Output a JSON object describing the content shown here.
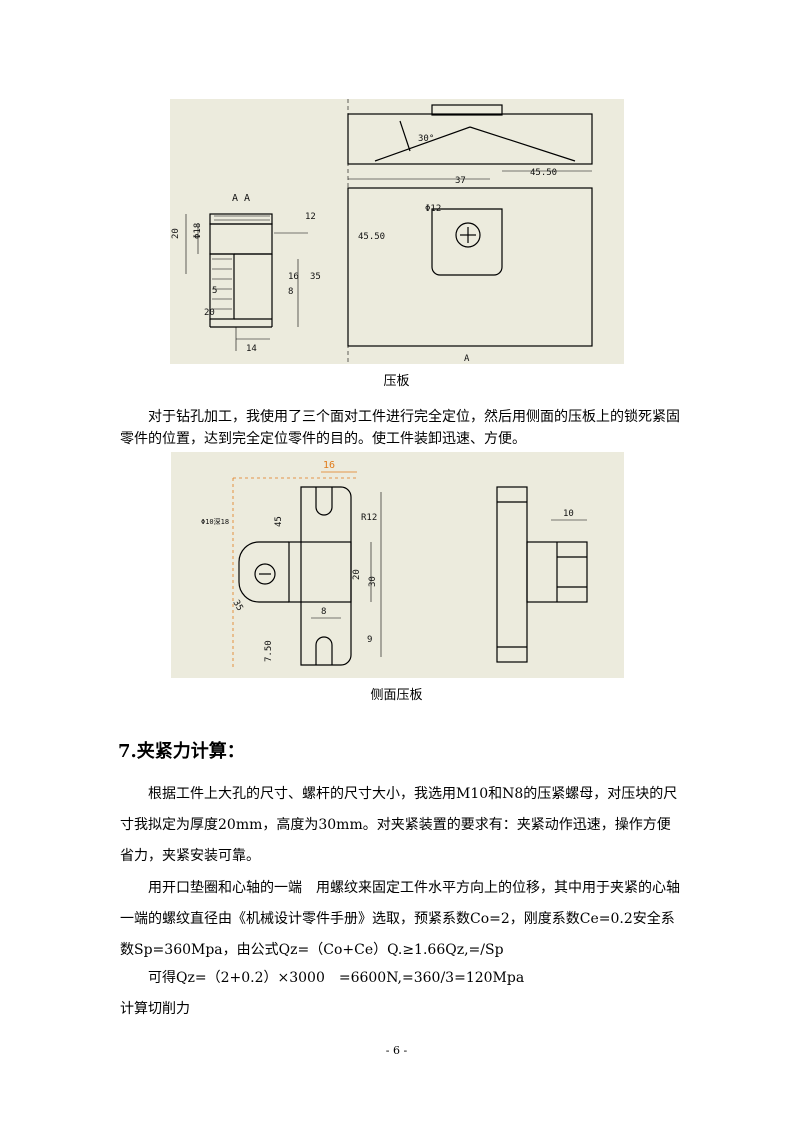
{
  "figure1": {
    "caption": "压板",
    "labels": {
      "section": "A A",
      "d18": "Φ18",
      "h20": "20",
      "angle": "30°",
      "hole": "Φ12",
      "dim45": "45.50",
      "dim37": "37",
      "side12": "12",
      "dim8": "8",
      "dim35": "35",
      "dim16": "16",
      "dim5": "5",
      "dim20": "20",
      "dim14": "14",
      "markA": "A"
    }
  },
  "paragraph1": "对于钻孔加工，我使用了三个面对工件进行完全定位，然后用侧面的压板上的锁死紧固零件的位置，达到完全定位零件的目的。使工件装卸迅速、方便。",
  "figure2": {
    "caption": "侧面压板",
    "labels": {
      "dim16": "16",
      "note": "Φ10深18",
      "dim45": "45",
      "r12": "R12",
      "dim20": "20",
      "dim30": "30",
      "dim35": "35",
      "dim8": "8",
      "dim9": "9",
      "dim7": "7.50",
      "dim10": "10"
    }
  },
  "section7": {
    "heading": "7.夹紧力计算：",
    "p1": "根据工件上大孔的尺寸、螺杆的尺寸大小，我选用M10和N8的压紧螺母，对压块的尺寸我拟定为厚度20mm，高度为30mm。对夹紧装置的要求有：夹紧动作迅速，操作方便省力，夹紧安装可靠。",
    "p2": "用开口垫圈和心轴的一端　用螺纹来固定工件水平方向上的位移，其中用于夹紧的心轴一端的螺纹直径由《机械设计零件手册》选取，预紧系数Co=2，刚度系数Ce=0.2安全系数Sp=360Mpa，由公式Qz=（Co+Ce）Q.≥1.66Qz,=/Sp",
    "line3": "可得Qz=（2+0.2）×3000　=6600N,=360/3=120Mpa",
    "line4": "计算切削力"
  },
  "page_number": "- 6 -"
}
